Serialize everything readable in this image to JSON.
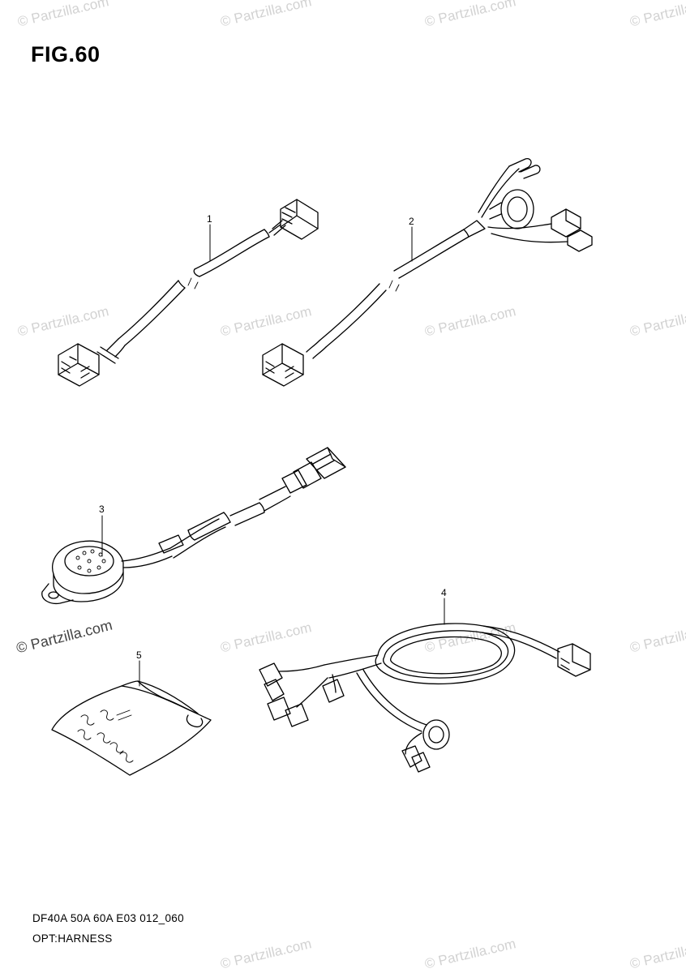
{
  "figure": {
    "title": "FIG.60"
  },
  "callouts": [
    "1",
    "2",
    "3",
    "4",
    "5"
  ],
  "footer": {
    "code": "DF40A 50A 60A E03 012_060",
    "name": "OPT:HARNESS"
  },
  "watermark": {
    "text": "© Partzilla.com"
  }
}
